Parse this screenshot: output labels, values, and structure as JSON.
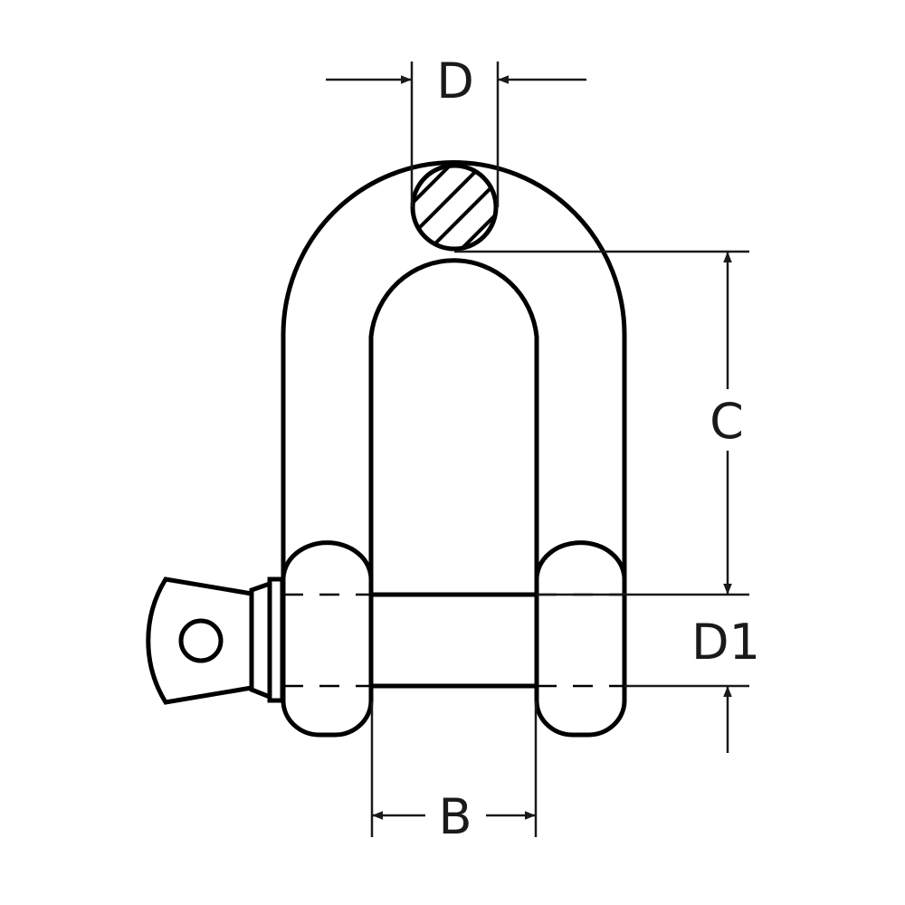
{
  "diagram": {
    "subject": "D-shackle with screw pin (technical dimension drawing)",
    "line_color": "#000000",
    "background": "#ffffff",
    "hatch_section": "bow cross-section (hatched)"
  },
  "dimensions": {
    "D": {
      "label": "D",
      "meaning": "bow material diameter"
    },
    "C": {
      "label": "C",
      "meaning": "inside length"
    },
    "D1": {
      "label": "D1",
      "meaning": "pin diameter"
    },
    "B": {
      "label": "B",
      "meaning": "inside width"
    }
  }
}
